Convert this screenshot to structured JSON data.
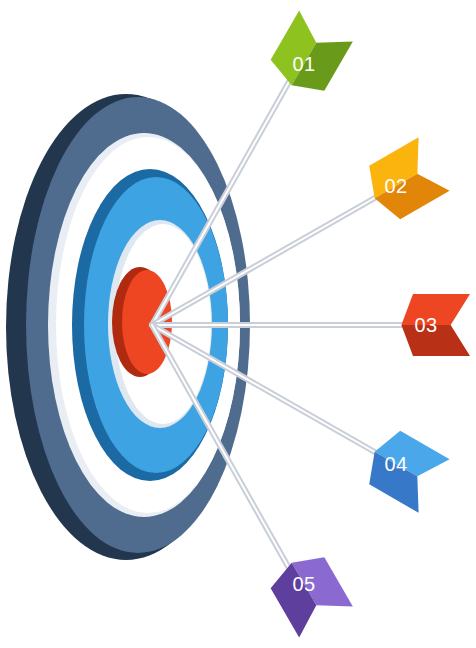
{
  "diagram": {
    "nodes": [
      {
        "text": [
          "01"
        ]
      },
      {
        "text": [
          "02"
        ]
      },
      {
        "text": [
          "03"
        ]
      },
      {
        "text": [
          "04"
        ]
      },
      {
        "text": [
          "05"
        ]
      }
    ]
  }
}
